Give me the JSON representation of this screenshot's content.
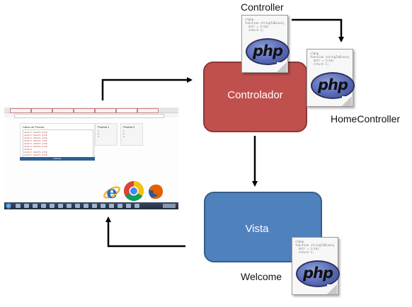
{
  "nodes": {
    "controlador": {
      "label": "Controlador",
      "color": "#c0504d"
    },
    "vista": {
      "label": "Vista",
      "color": "#4f81bd"
    }
  },
  "files": {
    "controller": {
      "label": "Controller",
      "badge": "php",
      "icon": "php-file-icon"
    },
    "home_controller": {
      "label": "HomeController",
      "badge": "php",
      "icon": "php-file-icon"
    },
    "welcome": {
      "label": "Welcome",
      "badge": "php",
      "icon": "php-file-icon"
    }
  },
  "screenshot": {
    "form_title": "Datos de Prueba",
    "form_lines": "a1b2c3 d4e5f6 g7h8\na1b2c3 d4e5f6 g7h8\na1b2c3 d4e5f6 g7h8\na1b2c3 d4e5f6 g7h8\na1b2c3 d4e5f6 g7h8\na1b2c3 d4e5f6 g7h8\na1b2c3\na1b2c3 d4e5f6 g7h8\na1b2c3 d4e5f6 g7h8\na1b2c3 d4e5f6 g7h8",
    "button_label": "Calcular",
    "cards": [
      {
        "title": "Prueba 1",
        "items": "1.\n2.\n3."
      },
      {
        "title": "Prueba 2",
        "items": "1.\n2.\n3."
      }
    ]
  },
  "browsers": [
    {
      "name": "Internet Explorer",
      "icon": "internet-explorer-icon"
    },
    {
      "name": "Chrome",
      "icon": "chrome-icon"
    },
    {
      "name": "Firefox",
      "icon": "firefox-icon"
    }
  ],
  "arrow_color": "#000000"
}
